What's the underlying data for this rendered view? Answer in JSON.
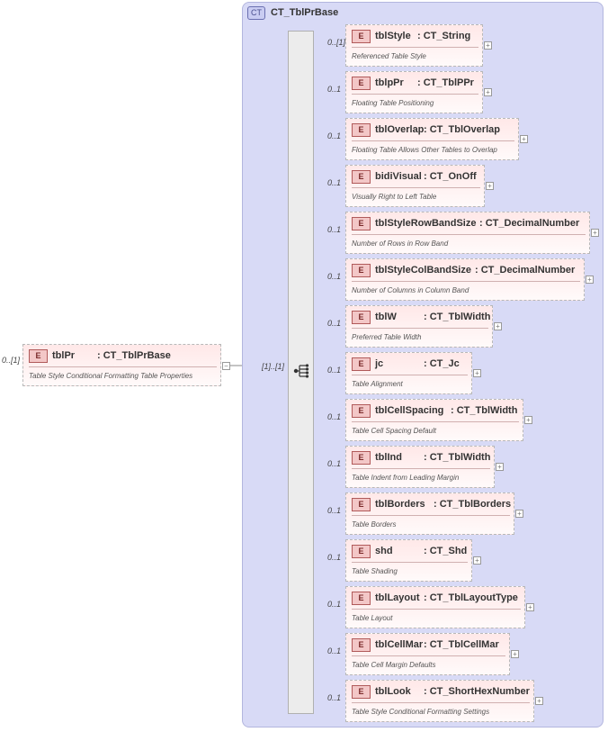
{
  "root": {
    "name": "tblPr",
    "type": ": CT_TblPrBase",
    "description": "Table Style Conditional Formatting Table Properties",
    "cardinality": "0..[1]",
    "badge": "E"
  },
  "complex_type": {
    "badge": "CT",
    "name": "CT_TblPrBase",
    "sequence_cardinality": "[1]..[1]"
  },
  "elements": [
    {
      "name": "tblStyle",
      "type": ": CT_String",
      "description": "Referenced Table Style",
      "cardinality": "0..[1]",
      "badge": "E"
    },
    {
      "name": "tblpPr",
      "type": ": CT_TblPPr",
      "description": "Floating Table Positioning",
      "cardinality": "0..1",
      "badge": "E"
    },
    {
      "name": "tblOverlap",
      "type": ": CT_TblOverlap",
      "description": "Floating Table Allows Other Tables to Overlap",
      "cardinality": "0..1",
      "badge": "E"
    },
    {
      "name": "bidiVisual",
      "type": ": CT_OnOff",
      "description": "Visually Right to Left Table",
      "cardinality": "0..1",
      "badge": "E"
    },
    {
      "name": "tblStyleRowBandSize",
      "type": ": CT_DecimalNumber",
      "description": "Number of Rows in Row Band",
      "cardinality": "0..1",
      "badge": "E"
    },
    {
      "name": "tblStyleColBandSize",
      "type": ": CT_DecimalNumber",
      "description": "Number of Columns in Column Band",
      "cardinality": "0..1",
      "badge": "E"
    },
    {
      "name": "tblW",
      "type": ": CT_TblWidth",
      "description": "Preferred Table Width",
      "cardinality": "0..1",
      "badge": "E"
    },
    {
      "name": "jc",
      "type": ": CT_Jc",
      "description": "Table Alignment",
      "cardinality": "0..1",
      "badge": "E"
    },
    {
      "name": "tblCellSpacing",
      "type": ": CT_TblWidth",
      "description": "Table Cell Spacing Default",
      "cardinality": "0..1",
      "badge": "E"
    },
    {
      "name": "tblInd",
      "type": ": CT_TblWidth",
      "description": "Table Indent from Leading Margin",
      "cardinality": "0..1",
      "badge": "E"
    },
    {
      "name": "tblBorders",
      "type": ": CT_TblBorders",
      "description": "Table Borders",
      "cardinality": "0..1",
      "badge": "E"
    },
    {
      "name": "shd",
      "type": ": CT_Shd",
      "description": "Table Shading",
      "cardinality": "0..1",
      "badge": "E"
    },
    {
      "name": "tblLayout",
      "type": ": CT_TblLayoutType",
      "description": "Table Layout",
      "cardinality": "0..1",
      "badge": "E"
    },
    {
      "name": "tblCellMar",
      "type": ": CT_TblCellMar",
      "description": "Table Cell Margin Defaults",
      "cardinality": "0..1",
      "badge": "E"
    },
    {
      "name": "tblLook",
      "type": ": CT_ShortHexNumber",
      "description": "Table Style Conditional Formatting Settings",
      "cardinality": "0..1",
      "badge": "E"
    }
  ]
}
